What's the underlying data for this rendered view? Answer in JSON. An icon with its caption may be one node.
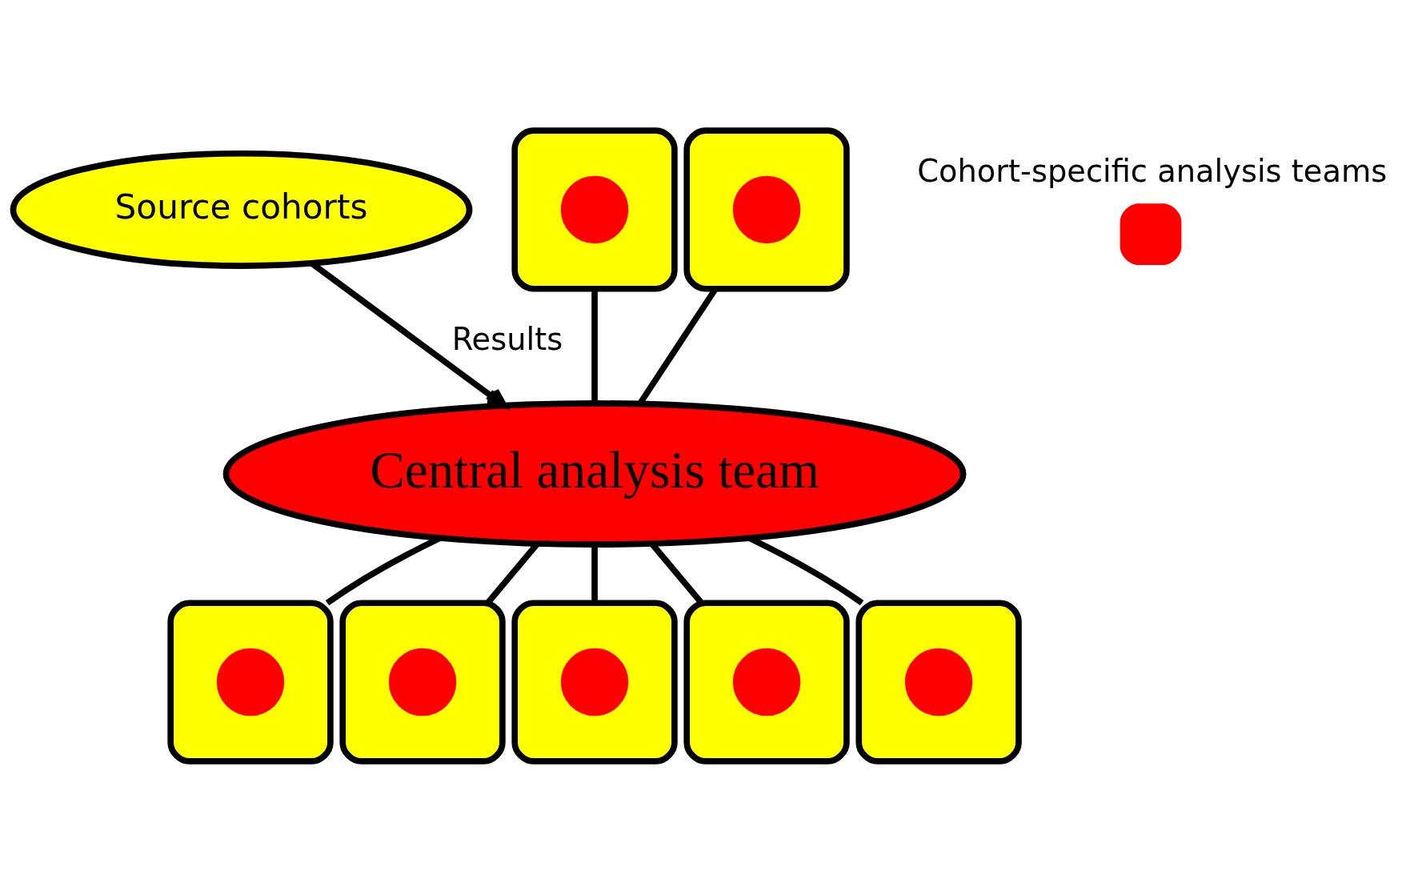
{
  "diagram": {
    "nodes": [
      {
        "text": [
          "Source cohorts"
        ]
      },
      {
        "text": [
          "Central analysis team"
        ]
      },
      {
        "text": [],
        "shape": "ellipse"
      },
      {
        "text": [],
        "shape": "circle",
        "in": 2
      },
      {
        "text": [],
        "shape": "ellipse"
      },
      {
        "text": [],
        "shape": "circle",
        "in": 4
      },
      {
        "text": [],
        "shape": "ellipse"
      },
      {
        "text": [],
        "shape": "circle",
        "in": 6
      },
      {
        "text": [],
        "shape": "ellipse"
      },
      {
        "text": [],
        "shape": "circle",
        "in": 8
      },
      {
        "text": [],
        "shape": "ellipse"
      },
      {
        "text": [],
        "shape": "circle",
        "in": 10
      },
      {
        "text": [],
        "shape": "ellipse"
      },
      {
        "text": [],
        "shape": "circle",
        "in": 12
      },
      {
        "text": [],
        "shape": "ellipse"
      },
      {
        "text": [],
        "shape": "circle",
        "in": 14
      }
    ],
    "edges": [
      {
        "from": 0,
        "to": 1,
        "arrow": "to",
        "label": "Results"
      },
      {
        "from": 1,
        "to": 2,
        "arrow": "none"
      },
      {
        "from": 1,
        "to": 4,
        "arrow": "none"
      },
      {
        "from": 1,
        "to": 6,
        "arrow": "none"
      },
      {
        "from": 1,
        "to": 8,
        "arrow": "none"
      },
      {
        "from": 1,
        "to": 10,
        "arrow": "none"
      },
      {
        "from": 1,
        "to": 12,
        "arrow": "none"
      },
      {
        "from": 1,
        "to": 14,
        "arrow": "none"
      }
    ],
    "legend": [
      {
        "text": "Cohort-specific analysis teams",
        "color": "#ff0000"
      }
    ]
  }
}
